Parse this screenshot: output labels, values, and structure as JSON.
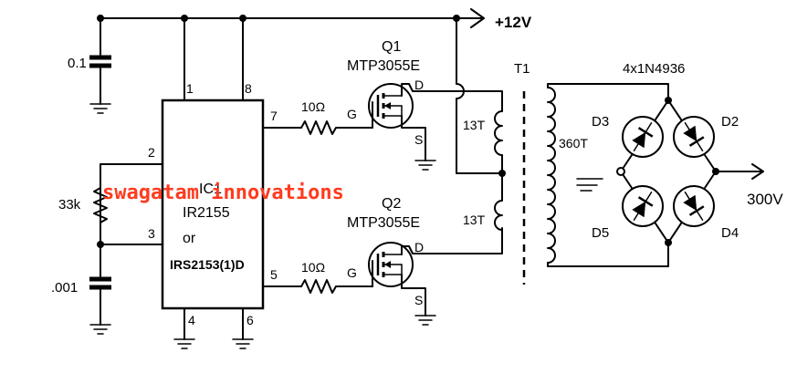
{
  "supply": {
    "label": "+12V"
  },
  "capacitors": {
    "c1": "0.1",
    "c2": ".001"
  },
  "resistors": {
    "r_timing": "33k",
    "r_gate_top": "10Ω",
    "r_gate_bottom": "10Ω"
  },
  "ic": {
    "name": "IC1",
    "part": "IR2155",
    "or_text": "or",
    "alt_part": "IRS2153(1)D",
    "pins": {
      "p1": "1",
      "p2": "2",
      "p3": "3",
      "p4": "4",
      "p5": "5",
      "p6": "6",
      "p7": "7",
      "p8": "8"
    }
  },
  "q1": {
    "name": "Q1",
    "part": "MTP3055E",
    "gate": "G",
    "drain": "D",
    "source": "S"
  },
  "q2": {
    "name": "Q2",
    "part": "MTP3055E",
    "gate": "G",
    "drain": "D",
    "source": "S"
  },
  "transformer": {
    "name": "T1",
    "primary_top": "13T",
    "primary_bottom": "13T",
    "secondary": "360T"
  },
  "bridge": {
    "spec": "4x1N4936",
    "d2": "D2",
    "d3": "D3",
    "d4": "D4",
    "d5": "D5"
  },
  "output": {
    "label": "300V"
  },
  "watermark": "swagatam innovations"
}
